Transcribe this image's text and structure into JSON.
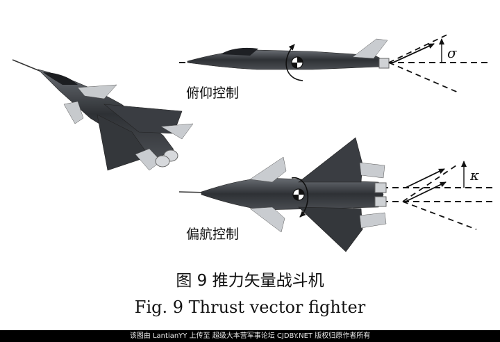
{
  "figure": {
    "panel_labels": {
      "pitch": "俯仰控制",
      "yaw": "偏航控制"
    },
    "symbols": {
      "pitch_angle": "σ",
      "yaw_angle": "κ"
    },
    "caption_cn": "图 9  推力矢量战斗机",
    "caption_en": "Fig. 9  Thrust vector fighter"
  },
  "footer": {
    "watermark": "该图由 LantianYY 上传至 超级大本营军事论坛 CJDBY.NET 版权归原作者所有"
  },
  "colors": {
    "aircraft_dark": "#3a3d42",
    "aircraft_light": "#c9ccd0",
    "line": "#111111",
    "footer_bg": "#000000"
  }
}
